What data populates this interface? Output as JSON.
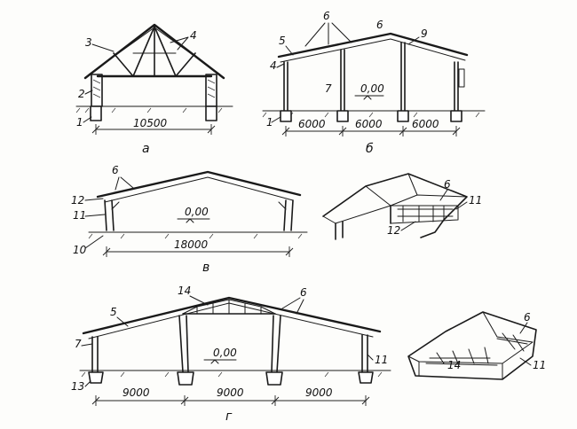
{
  "callouts": {
    "n1": "1",
    "n2": "2",
    "n3": "3",
    "n4": "4",
    "n5": "5",
    "n6": "6",
    "n7": "7",
    "n9": "9",
    "n10": "10",
    "n11": "11",
    "n12": "12",
    "n13": "13",
    "n14": "14"
  },
  "dims": {
    "a": "10500",
    "b1": "6000",
    "b2": "6000",
    "b3": "6000",
    "c": "18000",
    "d1": "9000",
    "d2": "9000",
    "d3": "9000"
  },
  "levels": {
    "b": "0,00",
    "c": "0,00",
    "d": "0,00"
  },
  "captions": {
    "a": "а",
    "b": "б",
    "c": "в",
    "d": "г"
  }
}
